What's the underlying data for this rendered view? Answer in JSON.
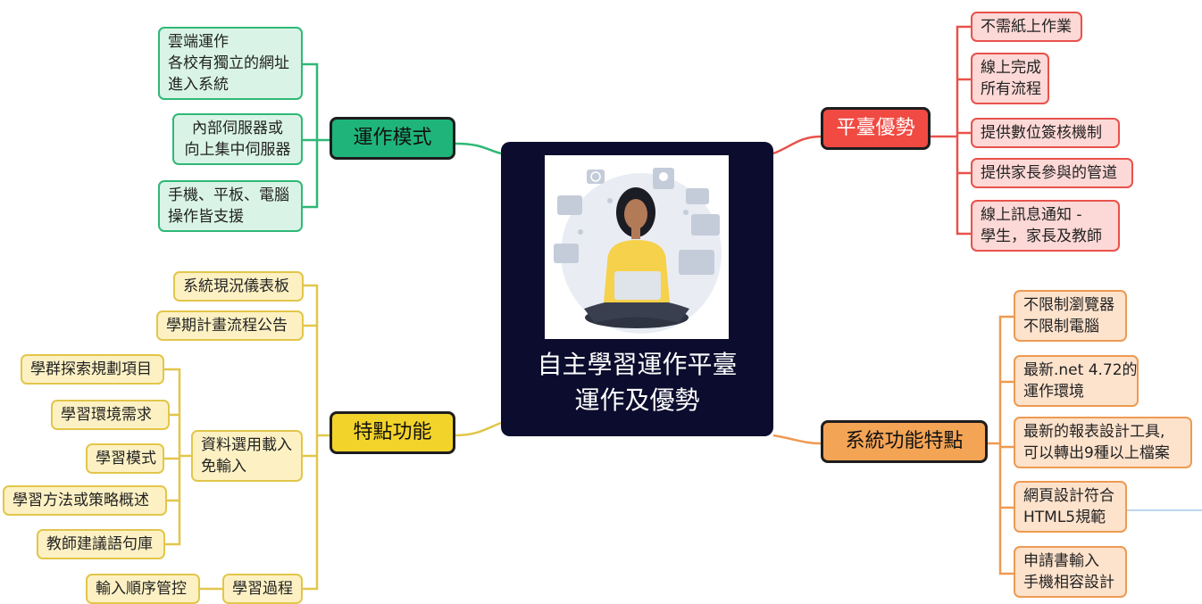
{
  "center": {
    "title": "自主學習運作平臺\n運作及優勢",
    "illustration": "person-with-laptop-illustration"
  },
  "branches": {
    "operation": {
      "label": "運作模式",
      "color": "#1fb57a",
      "items": [
        "雲端運作\n各校有獨立的網址\n進入系統",
        "內部伺服器或\n向上集中伺服器",
        "手機、平板、電腦\n操作皆支援"
      ]
    },
    "advantages": {
      "label": "平臺優勢",
      "color": "#f04a42",
      "items": [
        "不需紙上作業",
        "線上完成\n所有流程",
        "提供數位簽核機制",
        "提供家長參與的管道",
        "線上訊息通知 -\n學生，家長及教師"
      ]
    },
    "features": {
      "label": "特點功能",
      "color": "#f2d32a",
      "items": [
        "系統現況儀表板",
        "學期計畫流程公告",
        "資料選用載入\n免輸入",
        "學習過程"
      ],
      "data_items": [
        "學群探索規劃項目",
        "學習環境需求",
        "學習模式",
        "學習方法或策略概述",
        "教師建議語句庫"
      ],
      "process_items": [
        "輸入順序管控"
      ]
    },
    "system": {
      "label": "系統功能特點",
      "color": "#f4a455",
      "items": [
        "不限制瀏覽器\n不限制電腦",
        "最新.net 4.72的\n運作環境",
        "最新的報表設計工具,\n可以轉出9種以上檔案",
        "網頁設計符合\nHTML5規範",
        "申請書輸入\n手機相容設計"
      ]
    }
  }
}
